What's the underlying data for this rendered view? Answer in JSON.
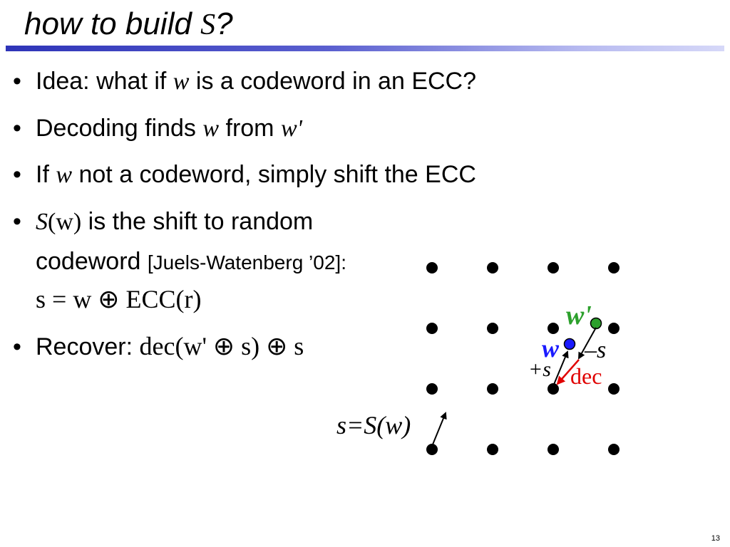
{
  "slide": {
    "title_prefix": "how to build ",
    "title_var": "S",
    "title_suffix": "?",
    "page_number": "13"
  },
  "bullets": {
    "b1": {
      "text_before": "Idea: what if ",
      "var": "w",
      "text_after": " is a codeword in an ECC?"
    },
    "b2": {
      "text_before": "Decoding finds ",
      "var1": "w",
      "text_mid": " from ",
      "var2": "w'"
    },
    "b3": {
      "text_before": "If ",
      "var": "w",
      "text_after": " not a codeword, simply shift the ECC"
    },
    "b4": {
      "var": "S",
      "arg": "(w)",
      "text_after": " is the shift to random",
      "line2_text": "codeword ",
      "citation": "[Juels-Watenberg ’02]:",
      "formula": "s = w ⊕ ECC(r)"
    },
    "b5": {
      "text_before": "Recover: ",
      "formula": "dec(w' ⊕ s) ⊕ s"
    }
  },
  "diagram": {
    "label_w_prime": "w'",
    "label_w": "w",
    "label_minus_s": "–s",
    "label_plus_s": "+s",
    "label_dec": "dec",
    "label_s_eq_Sw": "s=S(w)",
    "colors": {
      "lattice": "#000000",
      "w_point": "#1a1aff",
      "w_prime_point": "#2ca02c",
      "dec_arrow": "#e00000",
      "title_rule": "#2e34b8"
    }
  }
}
